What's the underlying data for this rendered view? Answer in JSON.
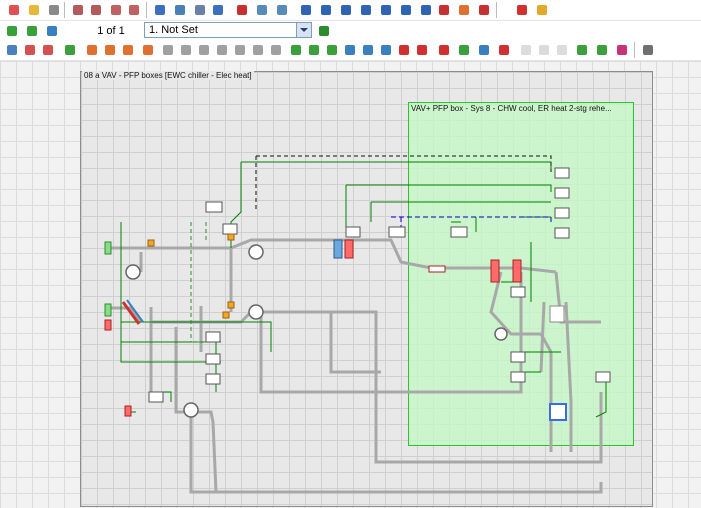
{
  "toolbar_row1": {
    "icons": [
      "new-icon",
      "open-icon",
      "clipboard-icon",
      "component-icon",
      "component-alt-icon",
      "valve-icon",
      "valve-alt-icon",
      "duct-icon",
      "fan-icon",
      "coil-icon",
      "zone-icon",
      "sensor-icon",
      "controller-icon",
      "pipe-icon",
      "pump-icon",
      "boiler-icon",
      "tower-icon",
      "chiller-icon",
      "gauge-icon",
      "meter-icon",
      "flow-icon",
      "heater-icon",
      "divider-icon",
      "plant-icon",
      "folder-icon"
    ]
  },
  "toolbar_row2": {
    "page_indicator": "1 of 1",
    "selector_value": "1. Not Set"
  },
  "diagram": {
    "title": "08 a VAV - PFP boxes [EWC chiller - Elec heat]",
    "zone_title": "VAV+ PFP box - Sys 8 - CHW cool, ER heat  2-stg rehe..."
  },
  "colors": {
    "accent": "#27c827",
    "zone_fill": "#c4fac4",
    "link_green": "#008000",
    "duct_gray": "#a8a8a8",
    "control_blue": "#0000cc"
  }
}
